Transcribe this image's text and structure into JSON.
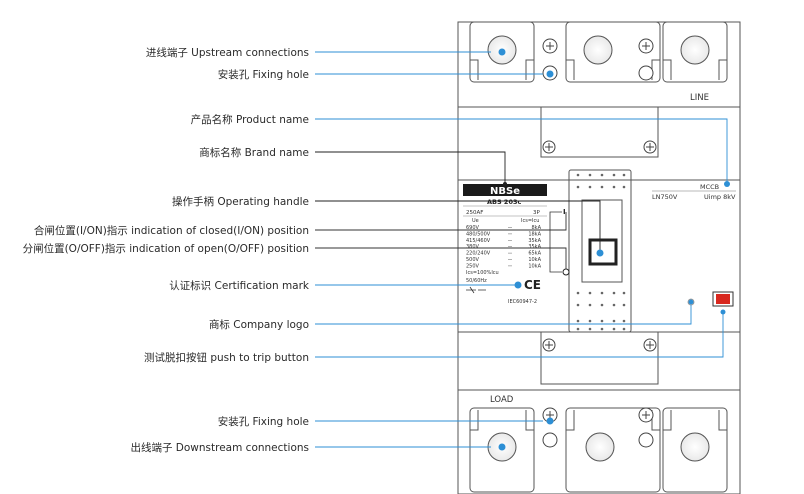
{
  "callouts": [
    {
      "id": "upstream",
      "text": "进线端子 Upstream connections"
    },
    {
      "id": "fixing_top",
      "text": "安装孔 Fixing hole"
    },
    {
      "id": "product",
      "text": "产品名称 Product name"
    },
    {
      "id": "brand",
      "text": "商标名称 Brand name"
    },
    {
      "id": "handle",
      "text": "操作手柄 Operating handle"
    },
    {
      "id": "closed",
      "text": "合闸位置(I/ON)指示 indication of closed(I/ON) position"
    },
    {
      "id": "open",
      "text": "分闸位置(O/OFF)指示 indication of open(O/OFF) position"
    },
    {
      "id": "cert",
      "text": "认证标识 Certification mark"
    },
    {
      "id": "logo",
      "text": "商标 Company logo"
    },
    {
      "id": "trip",
      "text": "测试脱扣按钮 push to trip button"
    },
    {
      "id": "fixing_bottom",
      "text": "安装孔 Fixing hole"
    },
    {
      "id": "downstream",
      "text": "出线端子 Downstream connections"
    }
  ],
  "device": {
    "line_label": "LINE",
    "load_label": "LOAD",
    "brand": "NBSe",
    "model": "ABS 203c",
    "mccb": "MCCB",
    "ln_spec": "LN750V",
    "uimp_spec": "Uimp 8kV",
    "frame": "250AF",
    "poles": "3P",
    "col_ue": "Ue",
    "col_icu": "Ics=Icu",
    "rating_rows": [
      {
        "v": "690V",
        "k": "8kA"
      },
      {
        "v": "480/500V",
        "k": "18kA"
      },
      {
        "v": "415/460V",
        "k": "35kA"
      },
      {
        "v": "380V",
        "k": "35kA"
      },
      {
        "v": "220/240V",
        "k": "65kA"
      },
      {
        "v": "500V",
        "k": "10kA"
      },
      {
        "v": "250V",
        "k": "10kA"
      }
    ],
    "ics_note": "Ics=100%Icu",
    "freq": "50/60Hz",
    "ce_mark": "CE",
    "standard": "IEC60947-2",
    "on_mark": "I",
    "off_mark": "O"
  },
  "colors": {
    "accent": "#2d8fd5",
    "trip_button": "#d8281f",
    "body_outline": "#555555",
    "leader_dark": "#222222"
  }
}
